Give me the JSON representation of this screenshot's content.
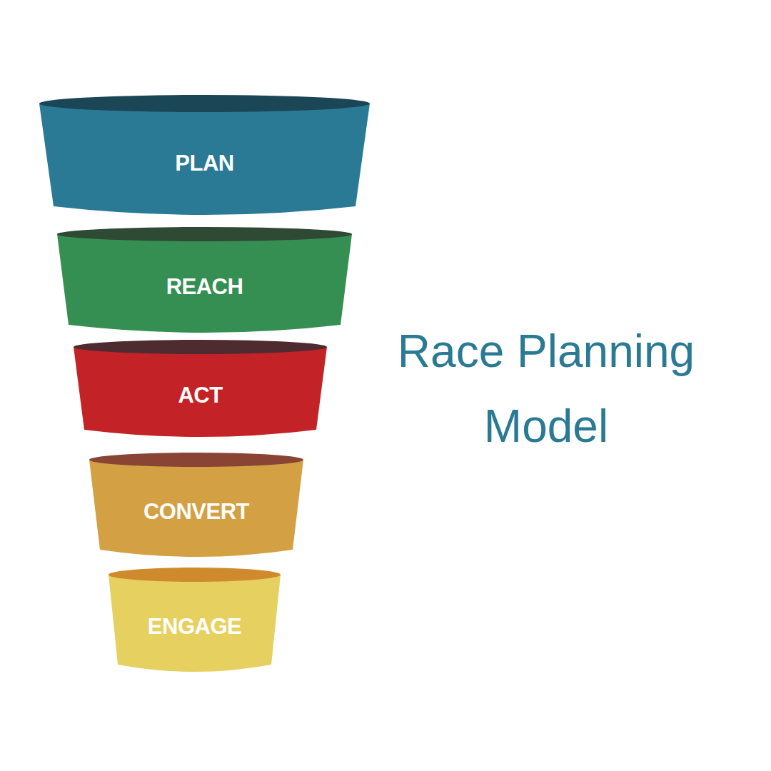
{
  "diagram": {
    "title": "Race Planning Model",
    "nodes": [
      {
        "text": [
          "PLAN"
        ]
      },
      {
        "text": [
          "REACH"
        ]
      },
      {
        "text": [
          "ACT"
        ]
      },
      {
        "text": [
          "CONVERT"
        ]
      },
      {
        "text": [
          "ENGAGE"
        ]
      }
    ]
  }
}
